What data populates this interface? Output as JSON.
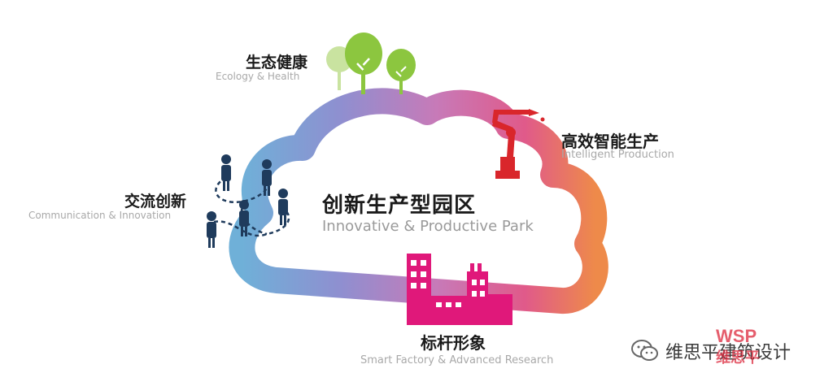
{
  "center": {
    "title_cn": "创新生产型园区",
    "title_en": "Innovative & Productive Park"
  },
  "nodes": {
    "ecology": {
      "title_cn": "生态健康",
      "title_en": "Ecology & Health",
      "icon": "tree-icon"
    },
    "intelligent": {
      "title_cn": "高效智能生产",
      "title_en": "Intelligent Production",
      "icon": "robot-arm-icon"
    },
    "communication": {
      "title_cn": "交流创新",
      "title_en": "Communication & Innovation",
      "icon": "people-network-icon"
    },
    "benchmark": {
      "title_cn": "标杆形象",
      "title_en": "Smart Factory & Advanced Research",
      "icon": "factory-icon"
    }
  },
  "watermark": {
    "brand_text": "维思平建筑设计",
    "logo_text": "WSP",
    "logo_sub": "维思平",
    "icon": "wechat-icon"
  },
  "colors": {
    "cloud_gradient": [
      "#6fb0d8",
      "#8f8fd0",
      "#c77ab8",
      "#e05a8a",
      "#ee8a4a"
    ],
    "tree_green": "#8cc63f",
    "robot_red": "#d9262b",
    "people_navy": "#1f3b5c",
    "factory_pink": "#e0187a"
  }
}
